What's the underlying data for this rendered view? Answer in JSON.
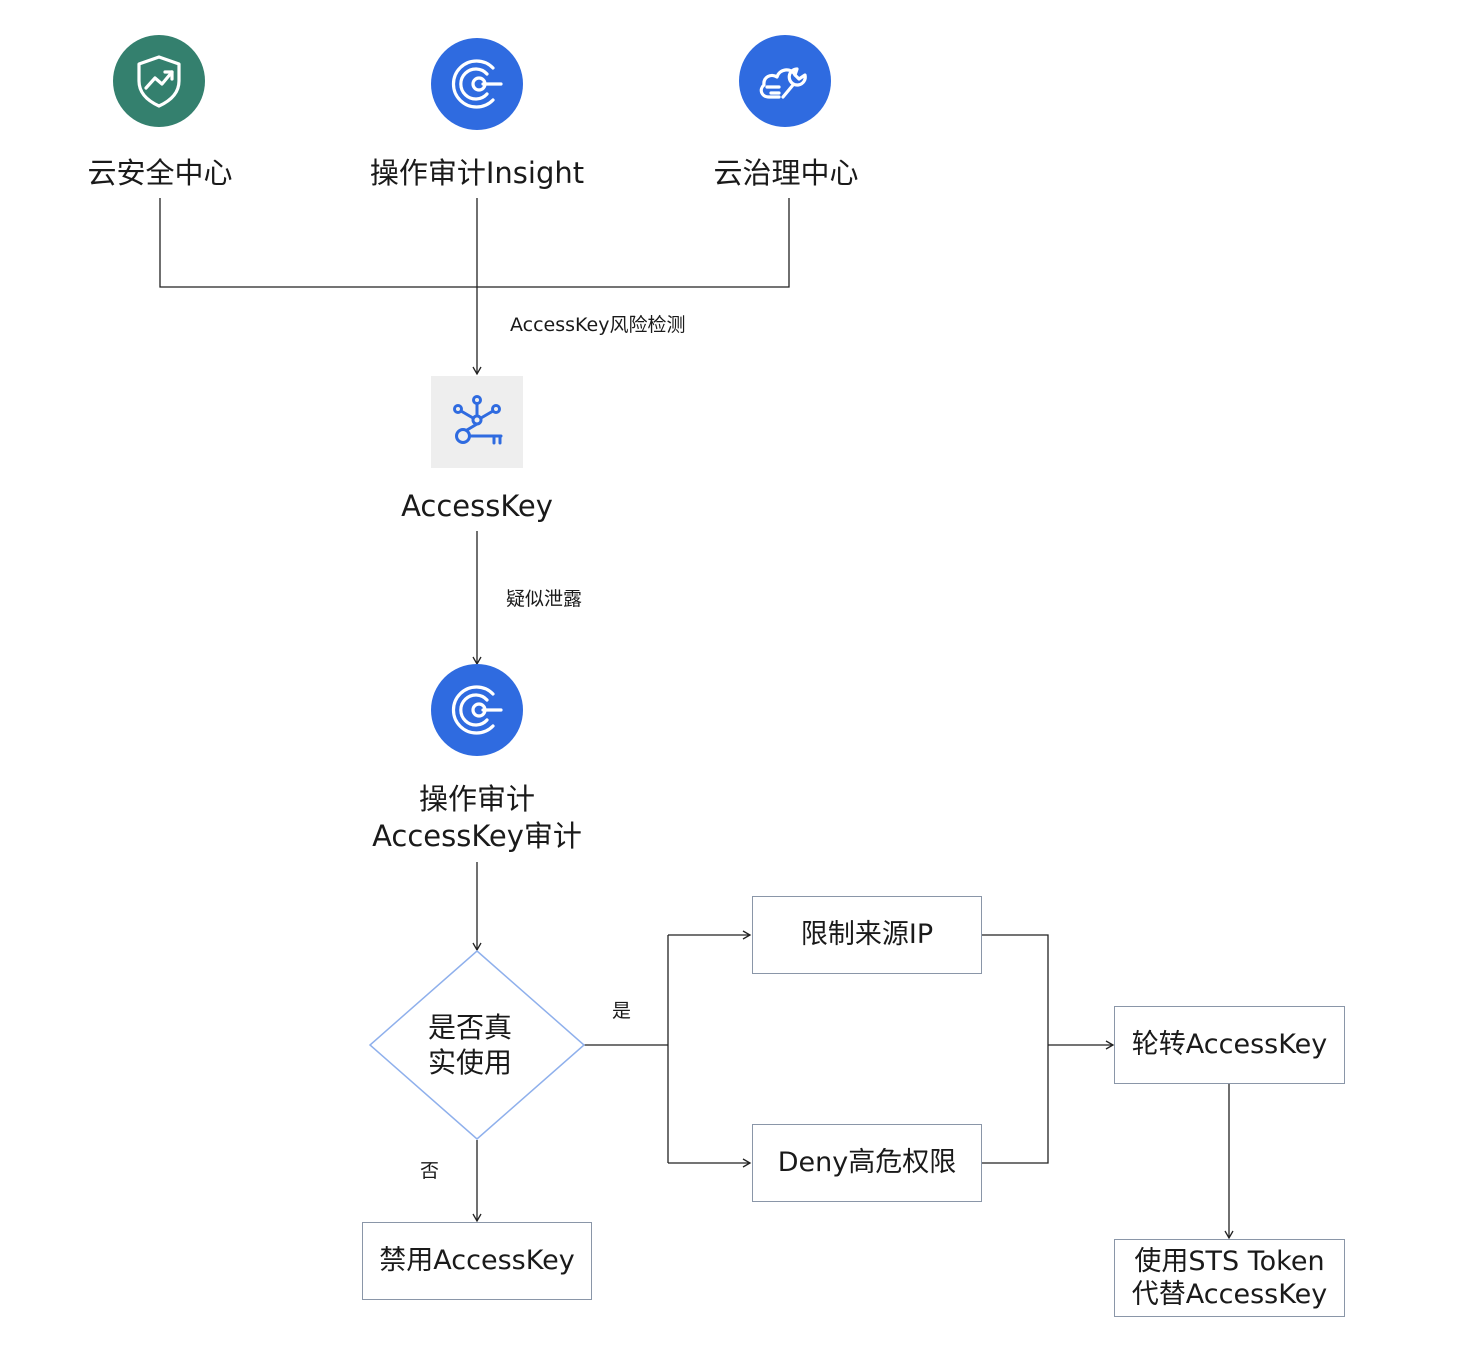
{
  "sources": [
    {
      "label": "云安全中心",
      "icon": "shield-trend-icon",
      "color": "#34806e"
    },
    {
      "label": "操作审计Insight",
      "icon": "radar-target-icon",
      "color": "#2f6be0"
    },
    {
      "label": "云治理中心",
      "icon": "cloud-wrench-icon",
      "color": "#2f6be0"
    }
  ],
  "edges": {
    "risk_detection": "AccessKey风险检测",
    "suspected_leak": "疑似泄露",
    "yes": "是",
    "no": "否"
  },
  "accesskey_node": {
    "label": "AccessKey",
    "icon": "key-network-icon"
  },
  "audit_node": {
    "label": "操作审计\nAccessKey审计",
    "icon": "radar-target-icon"
  },
  "decision": {
    "label": "是否真\n实使用"
  },
  "boxes": {
    "disable": "禁用AccessKey",
    "restrict_ip": "限制来源IP",
    "deny_high_risk": "Deny高危权限",
    "rotate": "轮转AccessKey",
    "use_sts": "使用STS Token\n代替AccessKey"
  },
  "colors": {
    "line": "#222222",
    "box_border": "#8a96a8",
    "diamond_border": "#8fb0ec",
    "icon_blue": "#2f6be0",
    "icon_green": "#34806e"
  }
}
